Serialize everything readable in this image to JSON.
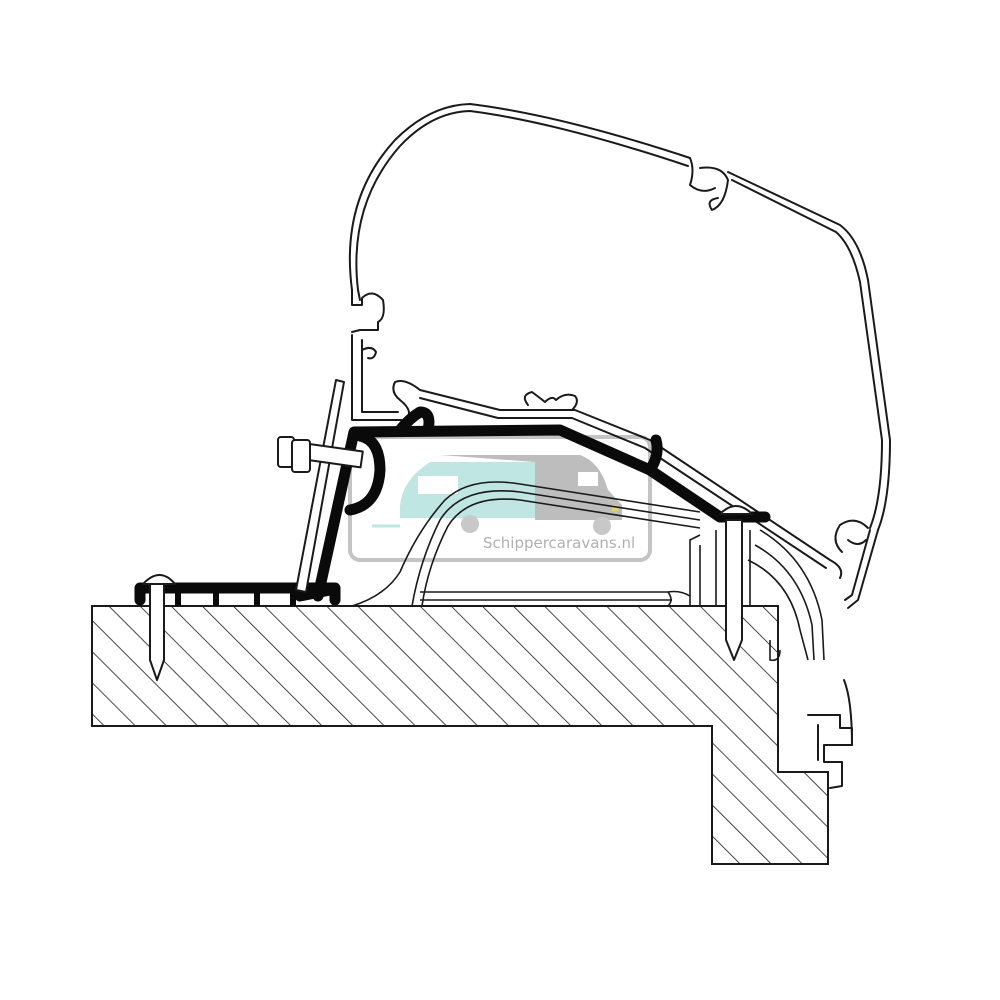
{
  "diagram": {
    "type": "technical cross-section drawing",
    "subject": "awning rail adapter mounted on vehicle roof edge",
    "components": [
      {
        "id": "awning-cassette",
        "label": "Awning cassette profile (outline)"
      },
      {
        "id": "adapter-profile",
        "label": "Adapter bracket (black profile)"
      },
      {
        "id": "roof-rail-profile",
        "label": "Roof rail / keder profile"
      },
      {
        "id": "bolt-nut",
        "label": "Bolt with nut"
      },
      {
        "id": "screw-left",
        "label": "Mounting screw (left)"
      },
      {
        "id": "screw-right",
        "label": "Mounting screw (right)"
      },
      {
        "id": "roof-body",
        "label": "Roof / wall section (hatched)"
      }
    ],
    "colors": {
      "line": "#1a1a1a",
      "fill_black": "#0a0a0a",
      "background": "#ffffff",
      "watermark_gray": "#b8b8b8",
      "watermark_teal": "#bfe6e3",
      "watermark_yellow": "#e8d36a"
    }
  },
  "watermark": {
    "text": "Schippercaravans.nl",
    "icons": [
      "caravan-icon",
      "motorhome-icon"
    ]
  }
}
